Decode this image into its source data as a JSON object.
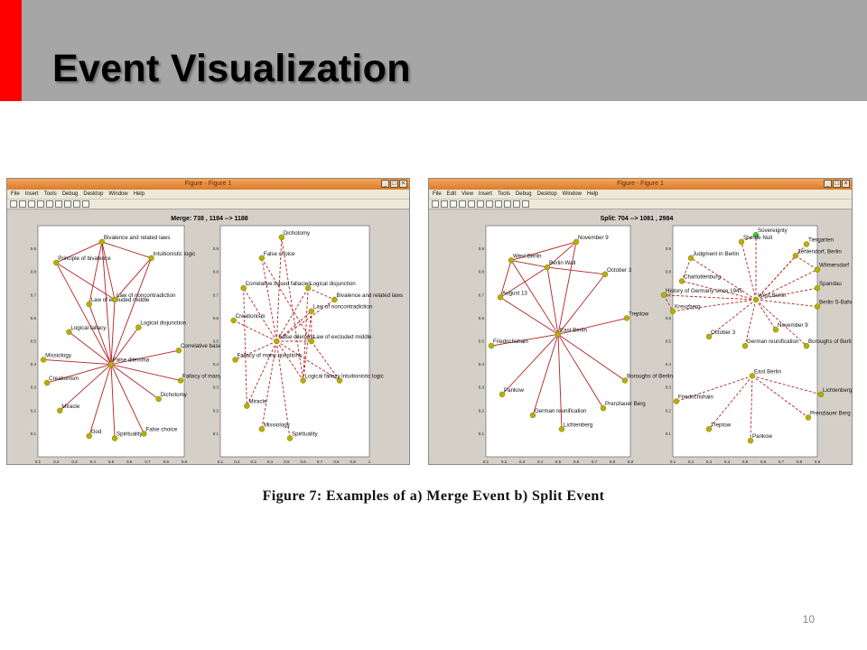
{
  "slide": {
    "title": "Event Visualization",
    "caption": "Figure 7:  Examples of a) Merge Event b) Split Event",
    "page_number": "10",
    "colors": {
      "header": "#a6a6a6",
      "accent": "#ff0000",
      "edge": "#b22222",
      "node": "#b5b000",
      "node_green": "#2ecc40"
    }
  },
  "windows": [
    {
      "title": "Figure - Figure 1",
      "menu": [
        "File",
        "Insert",
        "Tools",
        "Debug",
        "Desktop",
        "Window",
        "Help"
      ],
      "figure_title": "Merge: 738 , 1184 --> 1188",
      "panels": [
        {
          "xticks": [
            "0.1",
            "0.2",
            "0.3",
            "0.4",
            "0.5",
            "0.6",
            "0.7",
            "0.8",
            "0.9"
          ],
          "yticks": [
            "0.1",
            "0.2",
            "0.3",
            "0.4",
            "0.5",
            "0.6",
            "0.7",
            "0.8",
            "0.9"
          ],
          "edge_style": "solid",
          "nodes": [
            {
              "label": "Bivalence and related laws",
              "x": 0.45,
              "y": 0.93
            },
            {
              "label": "Principle of bivalence",
              "x": 0.2,
              "y": 0.84
            },
            {
              "label": "Intuitionistic logic",
              "x": 0.72,
              "y": 0.86
            },
            {
              "label": "Law of excluded middle",
              "x": 0.38,
              "y": 0.66
            },
            {
              "label": "Law of noncontradiction",
              "x": 0.52,
              "y": 0.68
            },
            {
              "label": "Logical fallacy",
              "x": 0.27,
              "y": 0.54
            },
            {
              "label": "Logical disjunction",
              "x": 0.65,
              "y": 0.56
            },
            {
              "label": "Correlative based fallacies",
              "x": 0.87,
              "y": 0.46
            },
            {
              "label": "Missiology",
              "x": 0.13,
              "y": 0.42
            },
            {
              "label": "False dilemma",
              "x": 0.5,
              "y": 0.4
            },
            {
              "label": "Fallacy of many questions",
              "x": 0.88,
              "y": 0.33
            },
            {
              "label": "Creationism",
              "x": 0.15,
              "y": 0.32
            },
            {
              "label": "Dichotomy",
              "x": 0.76,
              "y": 0.25
            },
            {
              "label": "Miracle",
              "x": 0.22,
              "y": 0.2
            },
            {
              "label": "God",
              "x": 0.38,
              "y": 0.09
            },
            {
              "label": "Spirituality",
              "x": 0.52,
              "y": 0.08
            },
            {
              "label": "False choice",
              "x": 0.68,
              "y": 0.1
            }
          ],
          "edges": [
            [
              9,
              0
            ],
            [
              9,
              1
            ],
            [
              9,
              2
            ],
            [
              9,
              3
            ],
            [
              9,
              4
            ],
            [
              9,
              5
            ],
            [
              9,
              6
            ],
            [
              9,
              7
            ],
            [
              9,
              8
            ],
            [
              9,
              10
            ],
            [
              9,
              11
            ],
            [
              9,
              12
            ],
            [
              9,
              13
            ],
            [
              9,
              14
            ],
            [
              9,
              15
            ],
            [
              9,
              16
            ],
            [
              0,
              1
            ],
            [
              0,
              2
            ],
            [
              0,
              4
            ],
            [
              1,
              4
            ],
            [
              2,
              4
            ],
            [
              3,
              0
            ]
          ]
        },
        {
          "xticks": [
            "0.1",
            "0.2",
            "0.3",
            "0.4",
            "0.5",
            "0.6",
            "0.7",
            "0.8",
            "0.9",
            "1"
          ],
          "yticks": [
            "0.1",
            "0.2",
            "0.3",
            "0.4",
            "0.5",
            "0.6",
            "0.7",
            "0.8",
            "0.9"
          ],
          "edge_style": "dashed",
          "nodes": [
            {
              "label": "Dichotomy",
              "x": 0.47,
              "y": 0.95
            },
            {
              "label": "False choice",
              "x": 0.35,
              "y": 0.86
            },
            {
              "label": "Correlative based fallacies",
              "x": 0.24,
              "y": 0.73
            },
            {
              "label": "Logical disjunction",
              "x": 0.63,
              "y": 0.73
            },
            {
              "label": "Bivalence and related laws",
              "x": 0.79,
              "y": 0.68
            },
            {
              "label": "Law of noncontradiction",
              "x": 0.65,
              "y": 0.63
            },
            {
              "label": "Creationism",
              "x": 0.18,
              "y": 0.59
            },
            {
              "label": "False dilemma",
              "x": 0.44,
              "y": 0.5
            },
            {
              "label": "Law of excluded middle",
              "x": 0.65,
              "y": 0.5
            },
            {
              "label": "Fallacy of many questions",
              "x": 0.19,
              "y": 0.42
            },
            {
              "label": "Intuitionistic logic",
              "x": 0.82,
              "y": 0.33
            },
            {
              "label": "Logical fallacy",
              "x": 0.6,
              "y": 0.33
            },
            {
              "label": "Miracle",
              "x": 0.26,
              "y": 0.22
            },
            {
              "label": "Missiology",
              "x": 0.35,
              "y": 0.12
            },
            {
              "label": "Spirituality",
              "x": 0.52,
              "y": 0.08
            }
          ],
          "edges": [
            [
              7,
              0
            ],
            [
              7,
              1
            ],
            [
              7,
              2
            ],
            [
              7,
              3
            ],
            [
              7,
              4
            ],
            [
              7,
              5
            ],
            [
              7,
              6
            ],
            [
              7,
              8
            ],
            [
              7,
              9
            ],
            [
              7,
              10
            ],
            [
              7,
              11
            ],
            [
              7,
              12
            ],
            [
              7,
              13
            ],
            [
              7,
              14
            ],
            [
              3,
              4
            ],
            [
              5,
              8
            ],
            [
              8,
              10
            ],
            [
              3,
              11
            ],
            [
              5,
              11
            ],
            [
              0,
              11
            ],
            [
              2,
              12
            ],
            [
              1,
              8
            ]
          ]
        }
      ]
    },
    {
      "title": "Figure - Figure 1",
      "menu": [
        "File",
        "Edit",
        "View",
        "Insert",
        "Tools",
        "Debug",
        "Desktop",
        "Window",
        "Help"
      ],
      "figure_title": "Split: 704 --> 1081 , 2984",
      "panels": [
        {
          "xticks": [
            "0.1",
            "0.2",
            "0.3",
            "0.4",
            "0.5",
            "0.6",
            "0.7",
            "0.8",
            "0.9"
          ],
          "yticks": [
            "0.1",
            "0.2",
            "0.3",
            "0.4",
            "0.5",
            "0.6",
            "0.7",
            "0.8",
            "0.9"
          ],
          "edge_style": "solid",
          "nodes": [
            {
              "label": "November 9",
              "x": 0.6,
              "y": 0.93
            },
            {
              "label": "West Berlin",
              "x": 0.24,
              "y": 0.85
            },
            {
              "label": "Berlin Wall",
              "x": 0.44,
              "y": 0.82
            },
            {
              "label": "October 3",
              "x": 0.76,
              "y": 0.79
            },
            {
              "label": "August 13",
              "x": 0.18,
              "y": 0.69
            },
            {
              "label": "Treptow",
              "x": 0.88,
              "y": 0.6
            },
            {
              "label": "East Berlin",
              "x": 0.5,
              "y": 0.53
            },
            {
              "label": "Friedrichshain",
              "x": 0.13,
              "y": 0.48
            },
            {
              "label": "Pankow",
              "x": 0.19,
              "y": 0.27
            },
            {
              "label": "Boroughs of Berlin",
              "x": 0.87,
              "y": 0.33
            },
            {
              "label": "German reunification",
              "x": 0.36,
              "y": 0.18
            },
            {
              "label": "Prenzlauer Berg",
              "x": 0.75,
              "y": 0.21
            },
            {
              "label": "Lichtenberg",
              "x": 0.52,
              "y": 0.12
            }
          ],
          "edges": [
            [
              6,
              0
            ],
            [
              6,
              1
            ],
            [
              6,
              2
            ],
            [
              6,
              3
            ],
            [
              6,
              4
            ],
            [
              6,
              5
            ],
            [
              6,
              7
            ],
            [
              6,
              8
            ],
            [
              6,
              9
            ],
            [
              6,
              10
            ],
            [
              6,
              11
            ],
            [
              6,
              12
            ],
            [
              1,
              2
            ],
            [
              2,
              0
            ],
            [
              1,
              4
            ],
            [
              4,
              2
            ],
            [
              2,
              3
            ],
            [
              1,
              0
            ]
          ]
        },
        {
          "xticks": [
            "0.1",
            "0.2",
            "0.3",
            "0.4",
            "0.5",
            "0.6",
            "0.7",
            "0.8",
            "0.9"
          ],
          "yticks": [
            "0.1",
            "0.2",
            "0.3",
            "0.4",
            "0.5",
            "0.6",
            "0.7",
            "0.8",
            "0.9"
          ],
          "edge_style": "dashed",
          "nodes": [
            {
              "label": "Sovereignty",
              "x": 0.56,
              "y": 0.96,
              "color": "green"
            },
            {
              "label": "Stunde Null",
              "x": 0.48,
              "y": 0.93
            },
            {
              "label": "Tiergarten",
              "x": 0.84,
              "y": 0.92
            },
            {
              "label": "Judgment in Berlin",
              "x": 0.2,
              "y": 0.86
            },
            {
              "label": "Zehlendorf, Berlin",
              "x": 0.78,
              "y": 0.87
            },
            {
              "label": "Wilmersdorf",
              "x": 0.9,
              "y": 0.81
            },
            {
              "label": "Charlottenburg",
              "x": 0.15,
              "y": 0.76
            },
            {
              "label": "Spandau",
              "x": 0.9,
              "y": 0.73
            },
            {
              "label": "History of Germany since 1945",
              "x": 0.05,
              "y": 0.7
            },
            {
              "label": "Berlin S-Bahn",
              "x": 0.9,
              "y": 0.65
            },
            {
              "label": "Kreuzberg",
              "x": 0.1,
              "y": 0.63
            },
            {
              "label": "West Berlin",
              "x": 0.56,
              "y": 0.68
            },
            {
              "label": "November 9",
              "x": 0.67,
              "y": 0.55
            },
            {
              "label": "October 3",
              "x": 0.3,
              "y": 0.52
            },
            {
              "label": "German reunification",
              "x": 0.5,
              "y": 0.48
            },
            {
              "label": "Boroughs of Berlin",
              "x": 0.84,
              "y": 0.48
            },
            {
              "label": "East Berlin",
              "x": 0.54,
              "y": 0.35
            },
            {
              "label": "Lichtenberg",
              "x": 0.92,
              "y": 0.27
            },
            {
              "label": "Friedrichshain",
              "x": 0.12,
              "y": 0.24
            },
            {
              "label": "Prenzlauer Berg",
              "x": 0.85,
              "y": 0.17
            },
            {
              "label": "Treptow",
              "x": 0.3,
              "y": 0.12
            },
            {
              "label": "Pankow",
              "x": 0.53,
              "y": 0.07
            }
          ],
          "edges": [
            [
              11,
              0
            ],
            [
              11,
              1
            ],
            [
              11,
              2
            ],
            [
              11,
              3
            ],
            [
              11,
              4
            ],
            [
              11,
              5
            ],
            [
              11,
              6
            ],
            [
              11,
              7
            ],
            [
              11,
              8
            ],
            [
              11,
              9
            ],
            [
              11,
              10
            ],
            [
              11,
              12
            ],
            [
              11,
              13
            ],
            [
              11,
              14
            ],
            [
              11,
              15
            ],
            [
              16,
              17
            ],
            [
              16,
              18
            ],
            [
              16,
              19
            ],
            [
              16,
              20
            ],
            [
              16,
              21
            ],
            [
              0,
              1
            ],
            [
              3,
              6
            ],
            [
              8,
              10
            ],
            [
              4,
              5
            ]
          ]
        }
      ]
    }
  ]
}
